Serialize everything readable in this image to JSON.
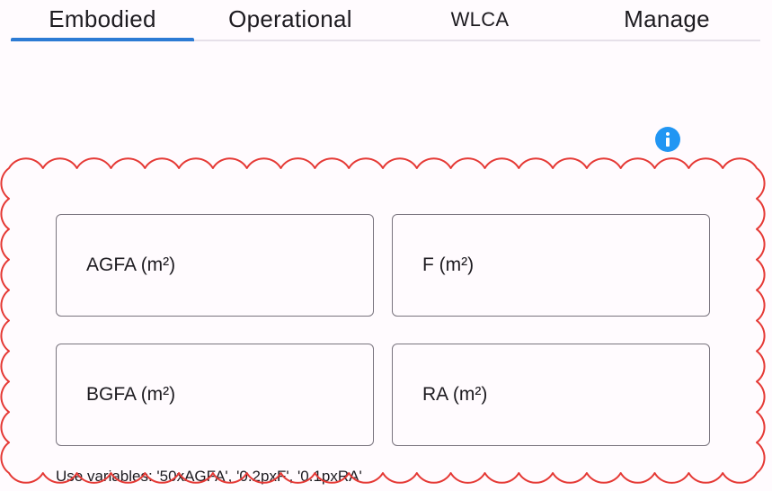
{
  "tabs": [
    {
      "label": "Embodied",
      "selected": true
    },
    {
      "label": "Operational",
      "selected": false
    },
    {
      "label": "WLCA",
      "selected": false
    },
    {
      "label": "Manage",
      "selected": false
    }
  ],
  "info_icon": "info-icon",
  "fields": {
    "agfa": {
      "label": "AGFA (m²)",
      "value": ""
    },
    "f": {
      "label": "F (m²)",
      "value": ""
    },
    "bgfa": {
      "label": "BGFA (m²)",
      "value": ""
    },
    "ra": {
      "label": "RA (m²)",
      "value": ""
    }
  },
  "helper_text": "Use variables: '50xAGFA', '0.2pxF', '0.1pxRA'",
  "colors": {
    "accent": "#2c7bd4",
    "info": "#2196f3",
    "highlight_outline": "#e53935",
    "field_border": "#79747e",
    "background": "#fffbfe"
  }
}
